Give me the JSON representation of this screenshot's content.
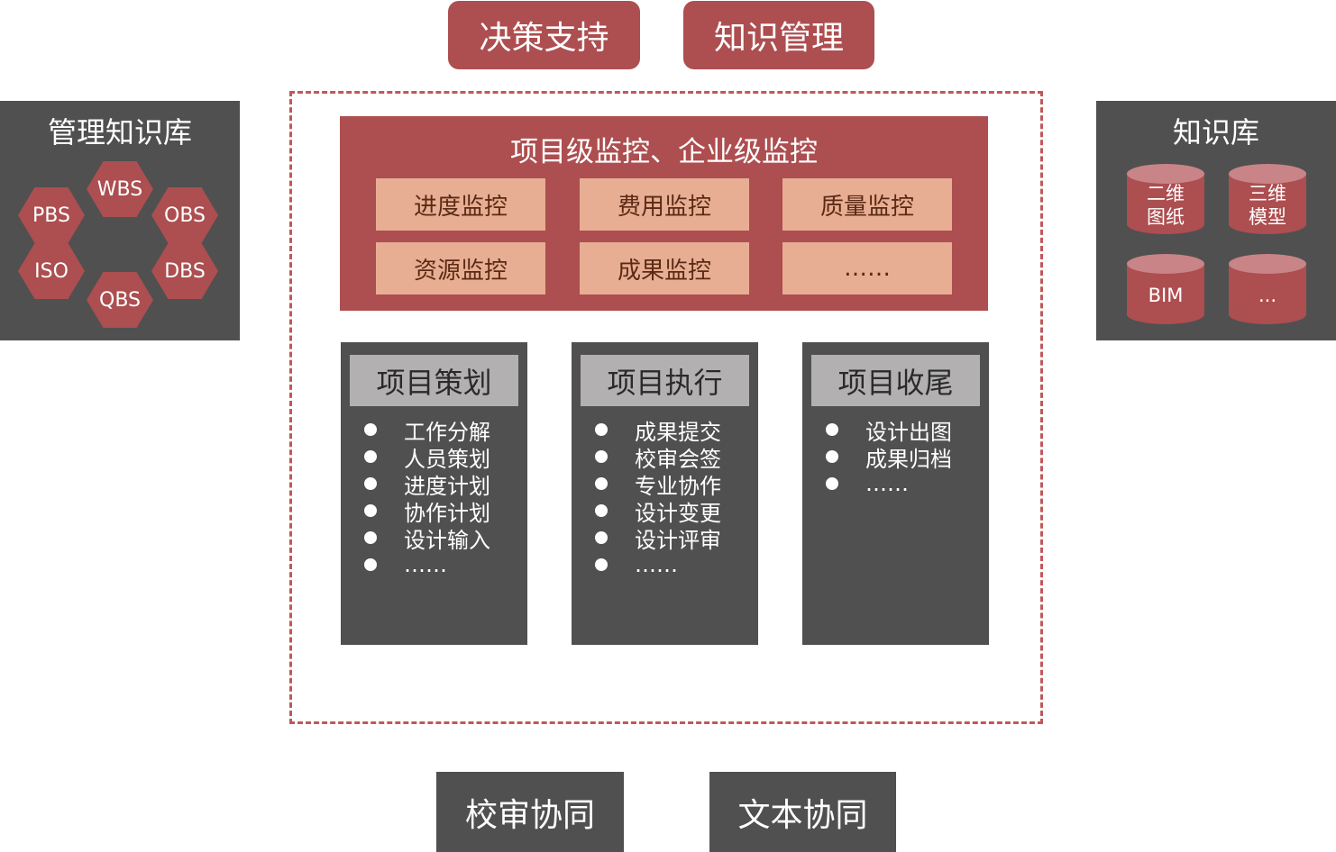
{
  "top": {
    "decision_support": "决策支持",
    "knowledge_management": "知识管理"
  },
  "left_panel": {
    "title": "管理知识库",
    "hexagons": [
      "WBS",
      "PBS",
      "OBS",
      "ISO",
      "DBS",
      "QBS"
    ]
  },
  "right_panel": {
    "title": "知识库",
    "databases": [
      "二维\n图纸",
      "三维\n模型",
      "BIM",
      "..."
    ]
  },
  "monitor": {
    "title": "项目级监控、企业级监控",
    "items": [
      "进度监控",
      "费用监控",
      "质量监控",
      "资源监控",
      "成果监控",
      "……"
    ]
  },
  "phases": [
    {
      "title": "项目策划",
      "items": [
        "工作分解",
        "人员策划",
        "进度计划",
        "协作计划",
        "设计输入",
        "……"
      ],
      "icon": "edit-note-icon"
    },
    {
      "title": "项目执行",
      "items": [
        "成果提交",
        "校审会签",
        "专业协作",
        "设计变更",
        "设计评审",
        "……"
      ],
      "icon": "person-at-desk-icon"
    },
    {
      "title": "项目收尾",
      "items": [
        "设计出图",
        "成果归档",
        "……"
      ],
      "icon": "document-stack-icon"
    }
  ],
  "bottom": {
    "review_collab": "校审协同",
    "text_collab": "文本协同"
  },
  "colors": {
    "brand_red": "#ad4e50",
    "dark_panel": "#505050",
    "arrow_yellow": "#ffc000",
    "monitor_item": "#e8ae93",
    "phase_header": "#b2b0b1",
    "dashed_border": "#c0585a"
  }
}
